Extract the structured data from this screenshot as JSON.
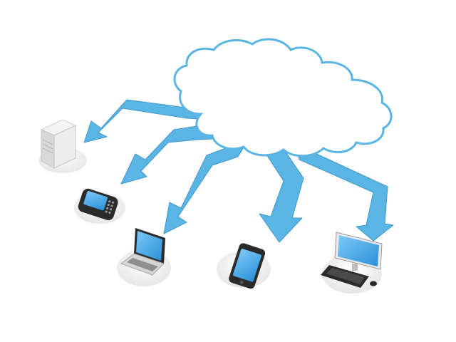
{
  "diagram": {
    "hub": {
      "icon": "cloud-icon"
    },
    "nodes": [
      {
        "id": "server",
        "icon": "server-tower-icon"
      },
      {
        "id": "smartphone-keyboard",
        "icon": "keyboard-smartphone-icon"
      },
      {
        "id": "laptop",
        "icon": "laptop-icon"
      },
      {
        "id": "touch-smartphone",
        "icon": "touchscreen-phone-icon"
      },
      {
        "id": "desktop",
        "icon": "desktop-computer-icon"
      }
    ],
    "connections": [
      {
        "from": "cloud",
        "to": "server"
      },
      {
        "from": "cloud",
        "to": "smartphone-keyboard"
      },
      {
        "from": "cloud",
        "to": "laptop"
      },
      {
        "from": "cloud",
        "to": "touch-smartphone"
      },
      {
        "from": "cloud",
        "to": "desktop"
      }
    ]
  },
  "colors": {
    "cloud_outline": "#5ab4e4",
    "arrow": "#5ab4e4",
    "arrow_shade": "#3f98cb",
    "screen": "#3fa9f5",
    "platform": "#f2f2f2",
    "device_body": "#2b2b2b",
    "server_body": "#e4e4e4"
  }
}
